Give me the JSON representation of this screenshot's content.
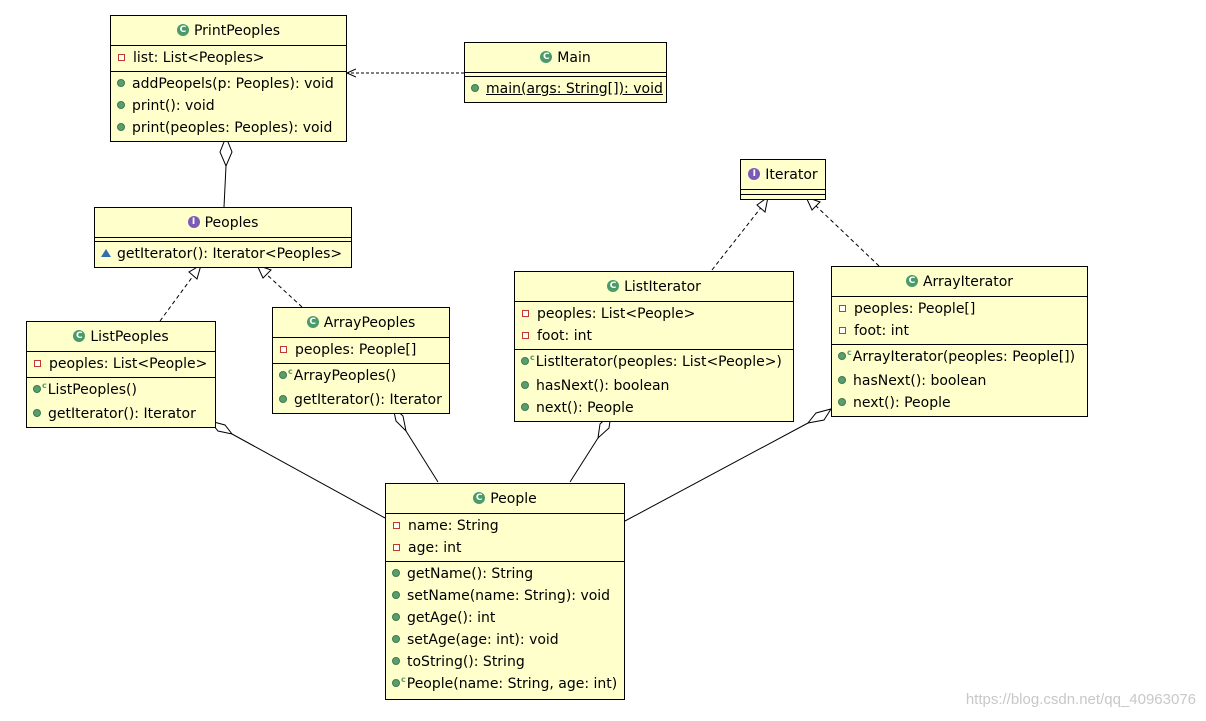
{
  "classes": {
    "print_peoples": {
      "kind": "class",
      "name": "PrintPeoples",
      "attributes": [
        "list: List<Peoples>"
      ],
      "operations": [
        "addPeopels(p: Peoples): void",
        "print(): void",
        "print(peoples: Peoples): void"
      ]
    },
    "main": {
      "kind": "class",
      "name": "Main",
      "operations": [
        "main(args: String[]): void"
      ]
    },
    "iterator": {
      "kind": "interface",
      "name": "Iterator"
    },
    "peoples": {
      "kind": "interface",
      "name": "Peoples",
      "operations": [
        "getIterator(): Iterator<Peoples>"
      ]
    },
    "list_peoples": {
      "kind": "class",
      "name": "ListPeoples",
      "attributes": [
        "peoples: List<People>"
      ],
      "operations": [
        "ListPeoples()",
        "getIterator(): Iterator"
      ]
    },
    "array_peoples": {
      "kind": "class",
      "name": "ArrayPeoples",
      "attributes": [
        "peoples: People[]"
      ],
      "operations": [
        "ArrayPeoples()",
        "getIterator(): Iterator"
      ]
    },
    "list_iterator": {
      "kind": "class",
      "name": "ListIterator",
      "attributes": [
        "peoples: List<People>",
        "foot: int"
      ],
      "operations": [
        "ListIterator(peoples: List<People>)",
        "hasNext(): boolean",
        "next(): People"
      ]
    },
    "array_iterator": {
      "kind": "class",
      "name": "ArrayIterator",
      "attributes": [
        "peoples: People[]",
        "foot: int"
      ],
      "operations": [
        "ArrayIterator(peoples: People[])",
        "hasNext(): boolean",
        "next(): People"
      ]
    },
    "people": {
      "kind": "class",
      "name": "People",
      "attributes": [
        "name: String",
        "age: int"
      ],
      "operations": [
        "getName(): String",
        "setName(name: String): void",
        "getAge(): int",
        "setAge(age: int): void",
        "toString(): String",
        "People(name: String, age: int)"
      ]
    }
  },
  "relationships": [
    {
      "type": "dependency",
      "from": "Main",
      "to": "PrintPeoples"
    },
    {
      "type": "aggregation",
      "whole": "PrintPeoples",
      "part": "Peoples"
    },
    {
      "type": "realization",
      "from": "ListPeoples",
      "to": "Peoples"
    },
    {
      "type": "realization",
      "from": "ArrayPeoples",
      "to": "Peoples"
    },
    {
      "type": "realization",
      "from": "ListIterator",
      "to": "Iterator"
    },
    {
      "type": "realization",
      "from": "ArrayIterator",
      "to": "Iterator"
    },
    {
      "type": "aggregation",
      "whole": "ListPeoples",
      "part": "People"
    },
    {
      "type": "aggregation",
      "whole": "ArrayPeoples",
      "part": "People"
    },
    {
      "type": "aggregation",
      "whole": "ListIterator",
      "part": "People"
    },
    {
      "type": "aggregation",
      "whole": "ArrayIterator",
      "part": "People"
    }
  ],
  "icons": {
    "class_icon": "C",
    "interface_icon": "I",
    "constructor_marker": "c"
  },
  "colors": {
    "class_fill": "#ffffcc",
    "public_marker": "#5a9e6f",
    "private_marker": "#c0392b",
    "package_marker": "#2f6fb3",
    "class_icon": "#4a9a6a",
    "interface_icon": "#7b5bb5"
  },
  "watermark": "https://blog.csdn.net/qq_40963076"
}
